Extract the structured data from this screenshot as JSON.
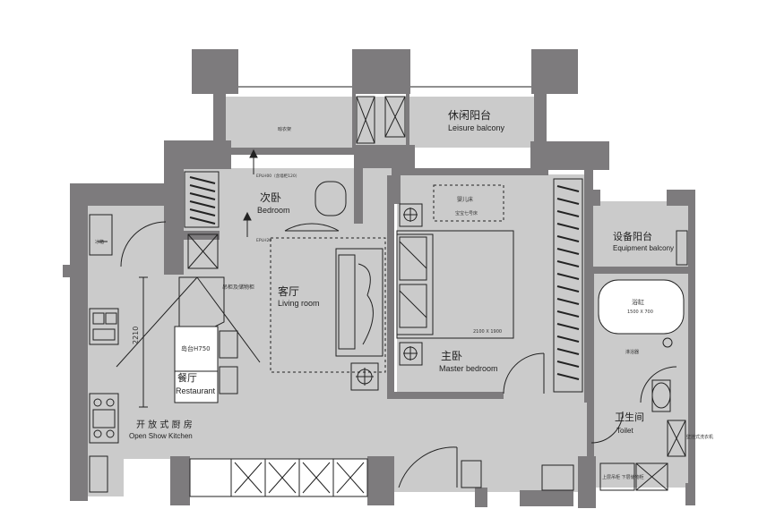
{
  "rooms": {
    "leisure_balcony": {
      "cn": "休闲阳台",
      "en": "Leisure balcony"
    },
    "bedroom": {
      "cn": "次卧",
      "en": "Bedroom"
    },
    "living_room": {
      "cn": "客厅",
      "en": "Living room"
    },
    "master_bedroom": {
      "cn": "主卧",
      "en": "Master bedroom"
    },
    "equipment_balcony": {
      "cn": "设备阳台",
      "en": "Equipment balcony"
    },
    "restaurant": {
      "cn": "餐厅",
      "en": "Restaurant"
    },
    "kitchen": {
      "cn": "开 放 式 厨 房",
      "en": "Open Show Kitchen"
    },
    "toilet": {
      "cn": "卫生间",
      "en": "Toilet"
    }
  },
  "annotations": {
    "dimension_2210": "2210",
    "bathtub": "浴缸",
    "bathtub_size": "1500 X 700",
    "bed_size": "2100 X 1900",
    "crib": "婴儿床",
    "bar_counter": "岛台H750",
    "shower": "淋浴器",
    "laundry": "壁挂式洗衣机",
    "cabinet": "上层吊柜 下层储物柜",
    "balcony_note": "晾衣架",
    "door_note_1": "EPLH00（含墙柜120）",
    "door_note_2": "EPLH20",
    "crib_size": "宝宝七号床",
    "wall_cabinet": "吊柜及储物柜",
    "fridge": "冰箱"
  },
  "colors": {
    "wall": "#7d7b7d",
    "floor": "#cbcbcb",
    "line": "#222222",
    "background": "#ffffff"
  }
}
